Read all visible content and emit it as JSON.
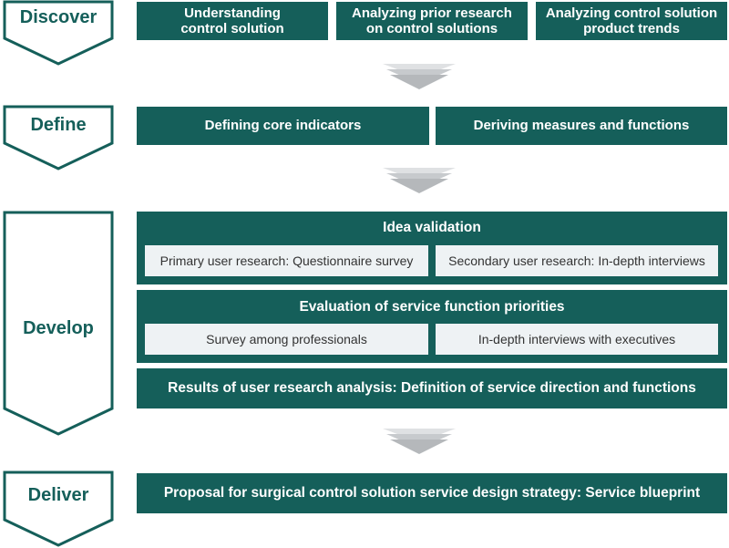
{
  "colors": {
    "primary": "#155f5a",
    "sub_box_bg": "#eef2f4",
    "sub_box_text": "#333333",
    "chevron": "#b5b8bb"
  },
  "phases": [
    {
      "label": "Discover"
    },
    {
      "label": "Define"
    },
    {
      "label": "Develop"
    },
    {
      "label": "Deliver"
    }
  ],
  "discover": {
    "boxes": [
      {
        "line1": "Understanding",
        "line2": "control solution"
      },
      {
        "line1": "Analyzing prior research",
        "line2": "on control solutions"
      },
      {
        "line1": "Analyzing control solution",
        "line2": "product trends"
      }
    ]
  },
  "define": {
    "boxes": [
      {
        "label": "Defining core indicators"
      },
      {
        "label": "Deriving measures and functions"
      }
    ]
  },
  "develop": {
    "idea_validation": {
      "title": "Idea validation",
      "items": [
        "Primary user research: Questionnaire survey",
        "Secondary user research: In-depth interviews"
      ]
    },
    "evaluation": {
      "title": "Evaluation of service function priorities",
      "items": [
        "Survey among professionals",
        "In-depth interviews with executives"
      ]
    },
    "results": "Results of user research analysis: Definition of service direction and functions"
  },
  "deliver": {
    "proposal": "Proposal for surgical control solution service design strategy: Service blueprint"
  }
}
